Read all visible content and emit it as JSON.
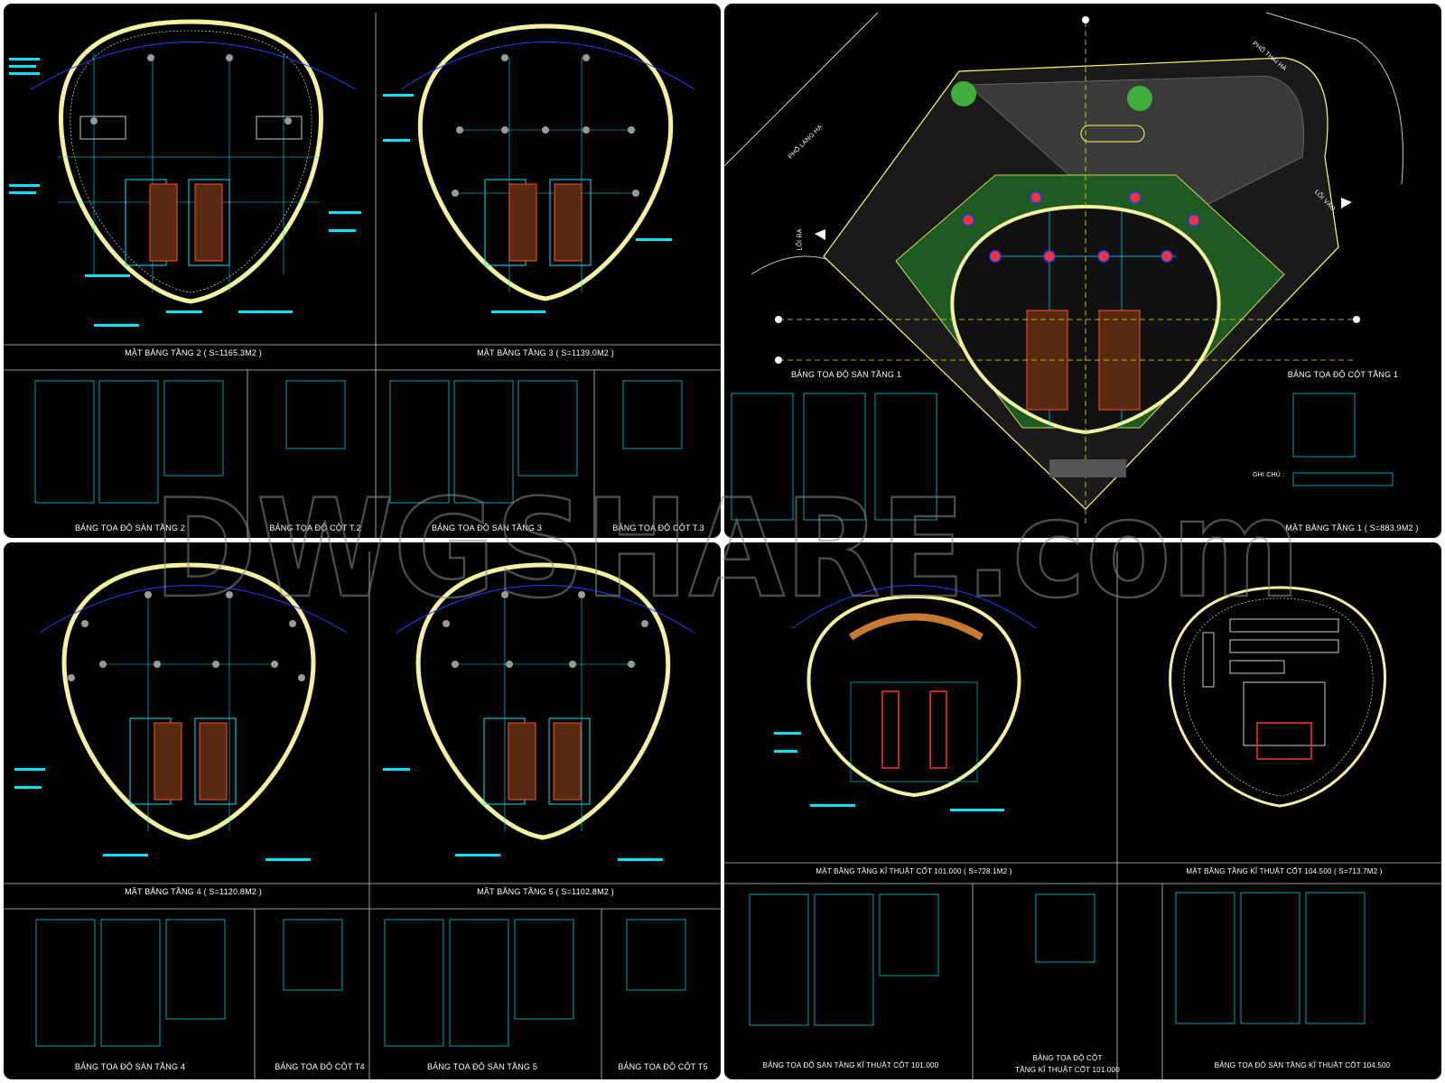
{
  "watermark": "DWGSHARE.com",
  "panels": {
    "top_left": {
      "plan_a_title": "MẶT BẰNG TẦNG 2 ( S=1165.3M2 )",
      "plan_b_title": "MẶT BẰNG TẦNG 3 ( S=1139.0M2 )",
      "tables": [
        "BẢNG TỌA ĐỘ SÀN TẦNG 2",
        "BẢNG TỌA ĐỘ CỘT T.2",
        "BẢNG TỌA ĐỘ SÀN TẦNG 3",
        "BẢNG TỌA ĐỘ CỘT T.3"
      ]
    },
    "top_right": {
      "streets": [
        "PHỐ LÁNG HẠ",
        "PHỐ THÁI HÀ"
      ],
      "exits": [
        "LỐI RA",
        "LỐI VÀO"
      ],
      "table_left": "BẢNG TỌA ĐỘ SÀN TẦNG 1",
      "table_right": "BẢNG TỌA ĐỘ CỘT TẦNG 1",
      "note": "GHI CHÚ :",
      "plan_title": "MẶT BẰNG TẦNG 1 ( S=883.9M2 )"
    },
    "bottom_left": {
      "plan_a_title": "MẶT BẰNG TẦNG 4 ( S=1120.8M2 )",
      "plan_b_title": "MẶT BẰNG TẦNG 5 ( S=1102.8M2 )",
      "tables": [
        "BẢNG TỌA ĐỘ SÀN TẦNG 4",
        "BẢNG TỌA ĐỘ CỘT T4",
        "BẢNG TỌA ĐỘ SÀN TẦNG 5",
        "BẢNG TỌA ĐỘ CỘT T5"
      ]
    },
    "bottom_right": {
      "plan_a_title": "MẶT BẰNG TẦNG KĨ THUẬT CỐT 101.000 ( S=728.1M2 )",
      "plan_b_title": "MẶT BẰNG TẦNG  KĨ THUẬT CỐT 104.500 ( S=713.7M2 )",
      "table_a": "BẢNG TỌA ĐỘ SÀN TẦNG KĨ THUẬT CỐT 101.000",
      "table_b_line1": "BẢNG TỌA ĐỘ CỘT",
      "table_b_line2": "TẦNG KĨ THUẬT CỐT 101.000",
      "table_c": "BẢNG TỌA ĐỘ SÀN TẦNG KĨ THUẬT CỐT 104.500"
    }
  },
  "colors": {
    "background": "#000000",
    "frame": "#c8c8c8",
    "ring": "#f2f2a0",
    "cyan": "#00e5ff",
    "blue": "#2040ff",
    "red": "#ff3030",
    "green": "#1f8a2a",
    "yellow": "#e8e800"
  }
}
